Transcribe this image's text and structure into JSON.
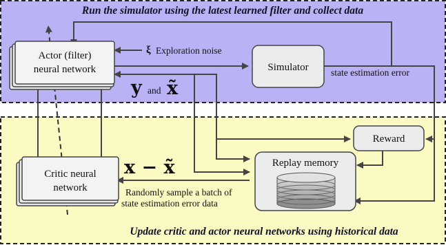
{
  "regions": {
    "top_title": "Run the simulator using the latest learned filter and collect data",
    "bottom_title": "Update critic and actor neural networks using historical data"
  },
  "boxes": {
    "actor_line1": "Actor (filter)",
    "actor_line2": "neural network",
    "simulator": "Simulator",
    "reward": "Reward",
    "replay_memory": "Replay memory",
    "critic_line1": "Critic neural",
    "critic_line2": "network"
  },
  "labels": {
    "xi_symbol": "ξ",
    "exploration_noise": "Exploration noise",
    "state_estimation_error": "state estimation error",
    "y_symbol": "y",
    "and_word": "and",
    "x_tilde_symbol": "x̃",
    "x_minus_x_tilde": "x − x̃",
    "sample_line1": "Randomly sample a batch of",
    "sample_line2": "state estimation error data"
  },
  "colors": {
    "top_region": "#b9b3f5",
    "bottom_region": "#fafac2",
    "box_fill": "#ececec",
    "line": "#444444"
  }
}
